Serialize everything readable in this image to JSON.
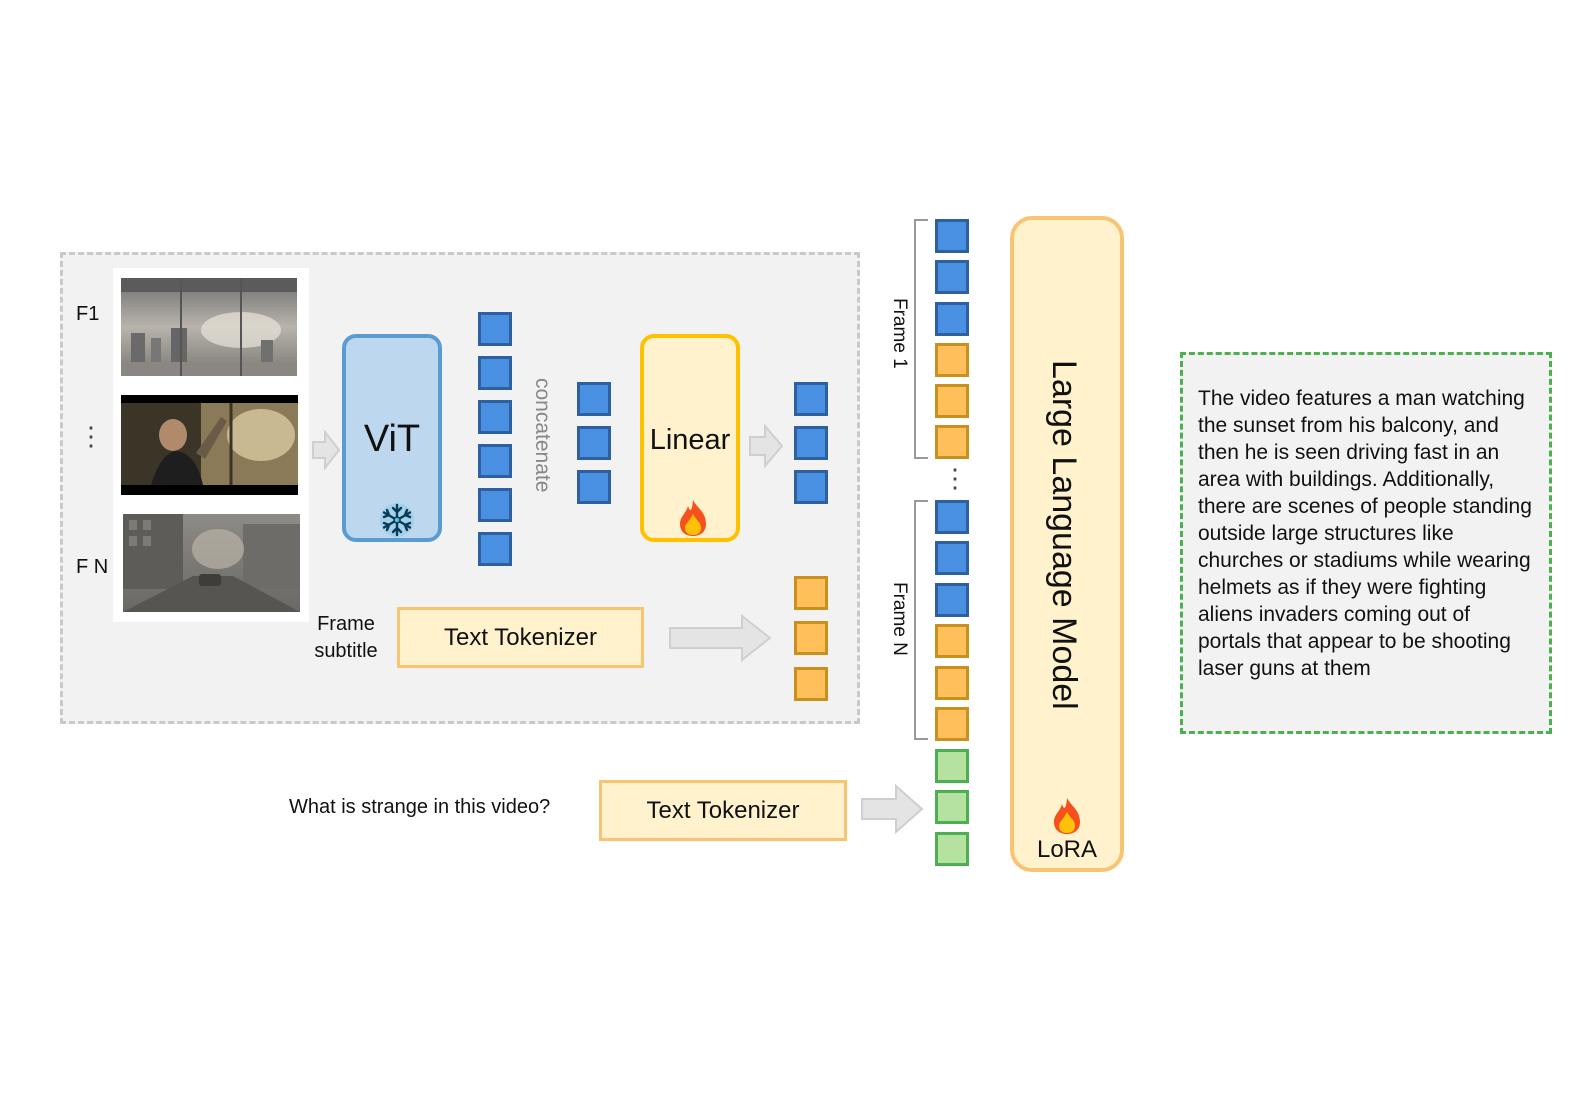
{
  "frames": {
    "first_label": "F1",
    "last_label": "F N",
    "ellipsis": "⋮"
  },
  "vit": {
    "label": "ViT",
    "icon": "snowflake-icon",
    "status": "frozen"
  },
  "concat": {
    "label": "concatenate"
  },
  "linear": {
    "label": "Linear",
    "icon": "fire-icon",
    "status": "trainable"
  },
  "subtitle": {
    "label": "Frame subtitle",
    "tokenizer_label": "Text Tokenizer"
  },
  "question": {
    "text": "What is strange in this video?",
    "tokenizer_label": "Text Tokenizer"
  },
  "sequence": {
    "frame1_label": "Frame 1",
    "frameN_label": "Frame N",
    "ellipsis": "⋮"
  },
  "llm": {
    "label": "Large Language Model",
    "adapter_label": "LoRA",
    "icon": "fire-icon"
  },
  "output": {
    "text": "The video features a man watching the sunset from his balcony, and then he is seen driving fast in an area with buildings. Additionally, there are scenes of people standing outside large structures like churches or stadiums while wearing helmets as if they were fighting aliens invaders coming out of portals that appear to be shooting laser guns at them"
  },
  "colors": {
    "visual_token": "#4a90e2",
    "text_token": "#ffbf5a",
    "question_token": "#b6e2a1",
    "output_border": "#4caf50"
  }
}
